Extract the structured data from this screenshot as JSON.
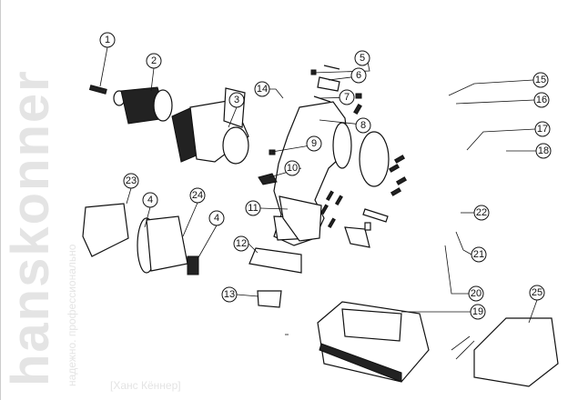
{
  "watermark": {
    "brand": "hanskonner",
    "slogan": "надежно. профессионально",
    "brand_ru": "[Ханс Кённер]"
  },
  "parts": [
    {
      "id": "1",
      "label": "1"
    },
    {
      "id": "2",
      "label": "2"
    },
    {
      "id": "3",
      "label": "3"
    },
    {
      "id": "4a",
      "label": "4"
    },
    {
      "id": "4b",
      "label": "4"
    },
    {
      "id": "5",
      "label": "5"
    },
    {
      "id": "6",
      "label": "6"
    },
    {
      "id": "7",
      "label": "7"
    },
    {
      "id": "8",
      "label": "8"
    },
    {
      "id": "9",
      "label": "9"
    },
    {
      "id": "10",
      "label": "10"
    },
    {
      "id": "11",
      "label": "11"
    },
    {
      "id": "12",
      "label": "12"
    },
    {
      "id": "13",
      "label": "13"
    },
    {
      "id": "14",
      "label": "14"
    },
    {
      "id": "15",
      "label": "15"
    },
    {
      "id": "16",
      "label": "16"
    },
    {
      "id": "17",
      "label": "17"
    },
    {
      "id": "18",
      "label": "18"
    },
    {
      "id": "19",
      "label": "19"
    },
    {
      "id": "20",
      "label": "20"
    },
    {
      "id": "21",
      "label": "21"
    },
    {
      "id": "22",
      "label": "22"
    },
    {
      "id": "23",
      "label": "23"
    },
    {
      "id": "24",
      "label": "24"
    },
    {
      "id": "25",
      "label": "25"
    }
  ]
}
